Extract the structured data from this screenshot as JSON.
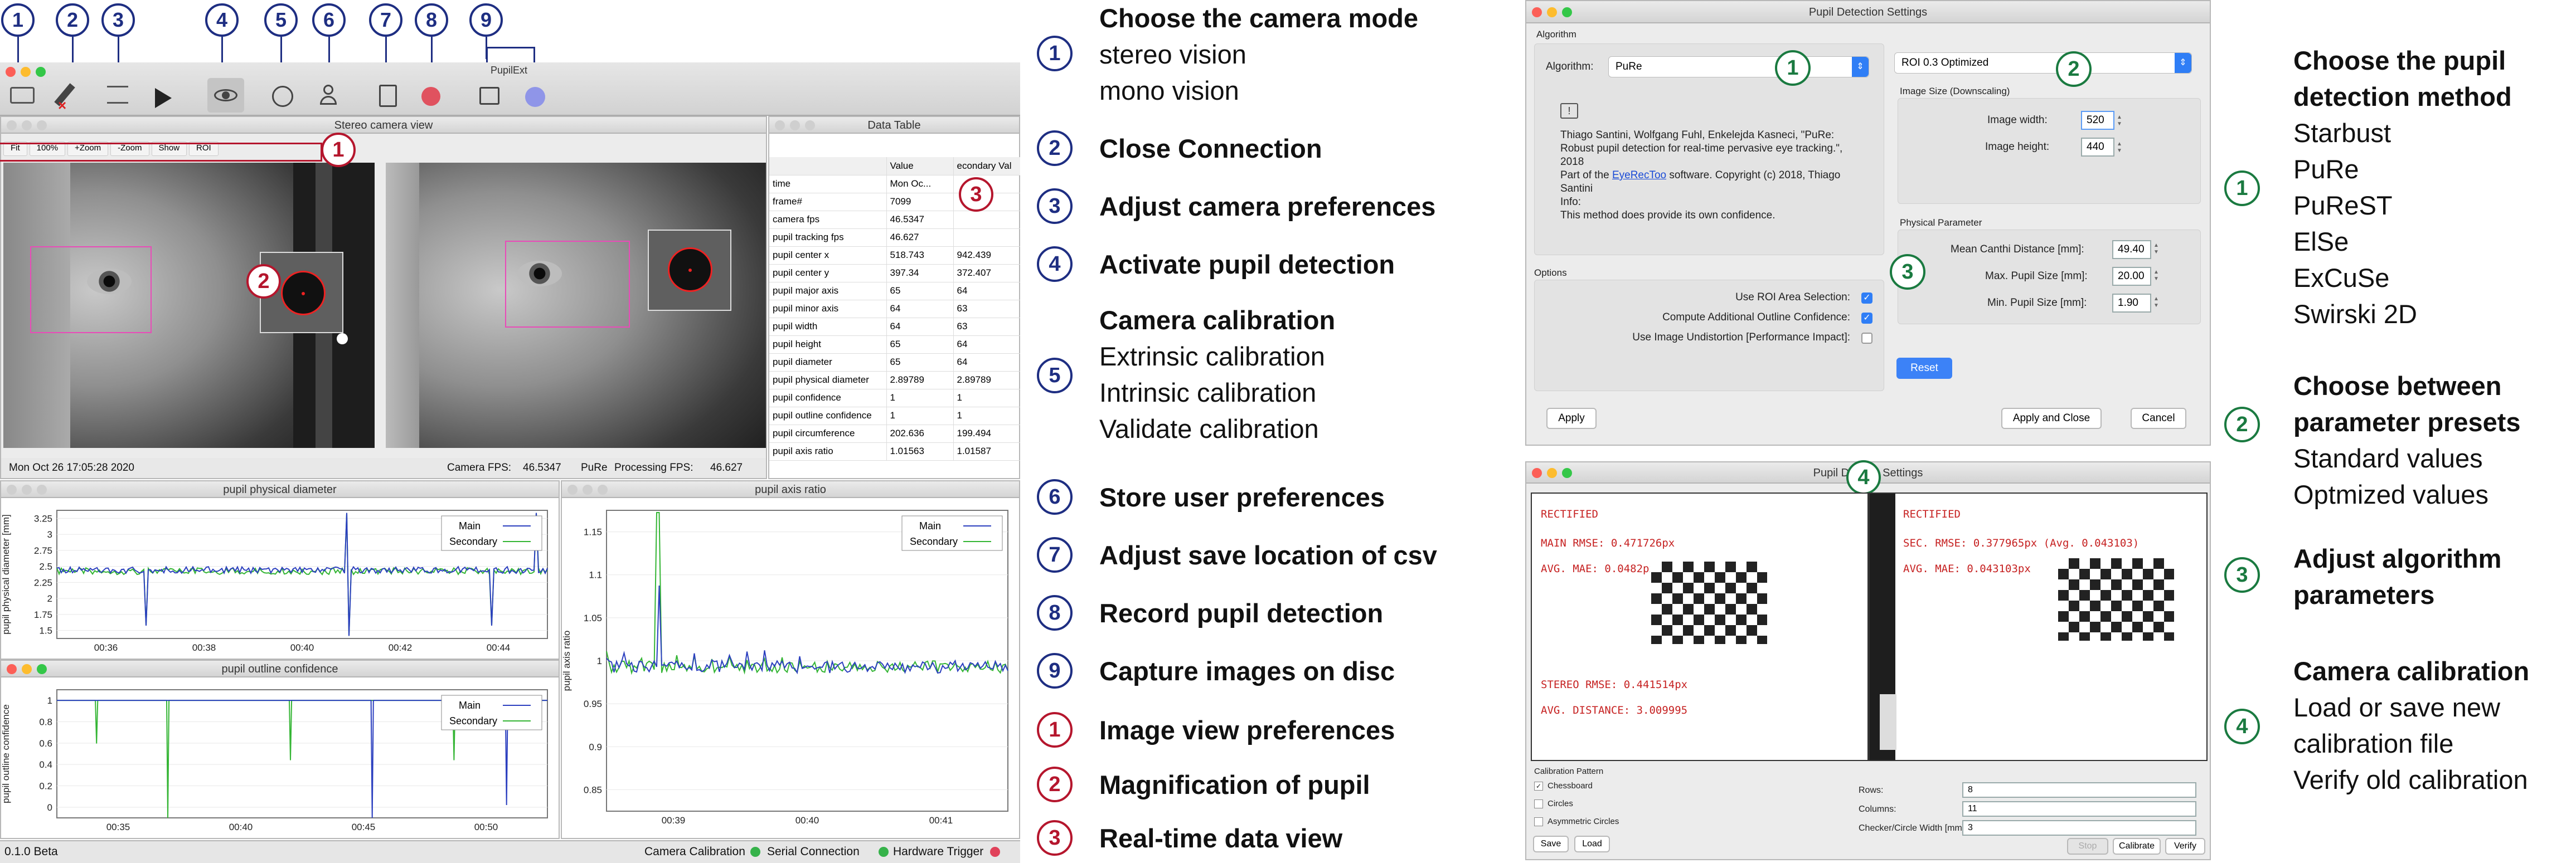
{
  "left_app": {
    "toolbar_callouts": [
      "1",
      "2",
      "3",
      "4",
      "5",
      "6",
      "7",
      "8",
      "9"
    ],
    "plugin_label": "PupilExt",
    "stereo_view": {
      "title": "Stereo camera view",
      "view_menu": [
        "Fit",
        "100%",
        "+Zoom",
        "-Zoom",
        "Show",
        "ROI"
      ],
      "timestamp": "Mon Oct 26 17:05:28 2020",
      "camera_fps_label": "Camera FPS:",
      "camera_fps": "46.5347",
      "algorithm": "PuRe",
      "processing_fps_label": "Processing FPS:",
      "processing_fps": "46.627"
    },
    "data_table": {
      "title": "Data Table",
      "headers": [
        "",
        "Value",
        "econdary Val"
      ],
      "rows": [
        [
          "time",
          "Mon Oc...",
          ""
        ],
        [
          "frame#",
          "7099",
          ""
        ],
        [
          "camera fps",
          "46.5347",
          ""
        ],
        [
          "pupil tracking fps",
          "46.627",
          ""
        ],
        [
          "pupil center x",
          "518.743",
          "942.439"
        ],
        [
          "pupil center y",
          "397.34",
          "372.407"
        ],
        [
          "pupil major axis",
          "65",
          "64"
        ],
        [
          "pupil minor axis",
          "64",
          "63"
        ],
        [
          "pupil width",
          "64",
          "63"
        ],
        [
          "pupil height",
          "65",
          "64"
        ],
        [
          "pupil diameter",
          "65",
          "64"
        ],
        [
          "pupil physical diameter",
          "2.89789",
          "2.89789"
        ],
        [
          "pupil confidence",
          "1",
          "1"
        ],
        [
          "pupil outline confidence",
          "1",
          "1"
        ],
        [
          "pupil circumference",
          "202.636",
          "199.494"
        ],
        [
          "pupil axis ratio",
          "1.01563",
          "1.01587"
        ]
      ]
    },
    "plot_diameter": {
      "title": "pupil physical diameter",
      "ylabel": "pupil physical diameter [mm]",
      "yticks": [
        "3.25",
        "3",
        "2.75",
        "2.5",
        "2.25",
        "2",
        "1.75",
        "1.5"
      ],
      "xticks": [
        "00:36",
        "00:38",
        "00:40",
        "00:42",
        "00:44"
      ]
    },
    "plot_confidence": {
      "title": "pupil outline confidence",
      "ylabel": "pupil outline confidence",
      "yticks": [
        "1",
        "0.8",
        "0.6",
        "0.4",
        "0.2",
        "0"
      ],
      "xticks": [
        "00:35",
        "00:40",
        "00:45",
        "00:50"
      ]
    },
    "plot_ratio": {
      "title": "pupil axis ratio",
      "ylabel": "pupil axis ratio",
      "yticks": [
        "1.15",
        "1.1",
        "1.05",
        "1",
        "0.95",
        "0.9",
        "0.85"
      ],
      "xticks": [
        "00:39",
        "00:40",
        "00:41"
      ]
    },
    "legend": {
      "main": "Main",
      "secondary": "Secondary"
    },
    "series_colors": {
      "main": "#2b3fbf",
      "secondary": "#34b534"
    },
    "status": {
      "version": "0.1.0 Beta",
      "camera_calibration": "Camera Calibration",
      "serial_connection": "Serial Connection",
      "hardware_trigger": "Hardware Trigger"
    },
    "red_callouts": [
      "1",
      "2",
      "3"
    ]
  },
  "middle_list": [
    {
      "n": "1",
      "color": "blue",
      "title": "Choose the camera mode",
      "lines": [
        "stereo vision",
        "mono vision"
      ]
    },
    {
      "n": "2",
      "color": "blue",
      "title": "Close Connection",
      "lines": []
    },
    {
      "n": "3",
      "color": "blue",
      "title": "Adjust camera preferences",
      "lines": []
    },
    {
      "n": "4",
      "color": "blue",
      "title": "Activate pupil detection",
      "lines": []
    },
    {
      "n": "5",
      "color": "blue",
      "title": "Camera calibration",
      "lines": [
        "Extrinsic calibration",
        "Intrinsic calibration",
        "Validate calibration"
      ]
    },
    {
      "n": "6",
      "color": "blue",
      "title": "Store user preferences",
      "lines": []
    },
    {
      "n": "7",
      "color": "blue",
      "title": "Adjust save location of csv",
      "lines": []
    },
    {
      "n": "8",
      "color": "blue",
      "title": "Record pupil detection",
      "lines": []
    },
    {
      "n": "9",
      "color": "blue",
      "title": "Capture images on disc",
      "lines": []
    },
    {
      "n": "1",
      "color": "red",
      "title": "Image view preferences",
      "lines": []
    },
    {
      "n": "2",
      "color": "red",
      "title": "Magnification of pupil",
      "lines": []
    },
    {
      "n": "3",
      "color": "red",
      "title": "Real-time data view",
      "lines": []
    }
  ],
  "settings_window": {
    "title": "Pupil Detection Settings",
    "algorithm_group": "Algorithm",
    "algorithm_label": "Algorithm:",
    "algorithm_value": "PuRe",
    "preset_value": "ROI 0.3 Optimized",
    "citation": "Thiago Santini, Wolfgang Fuhl, Enkelejda Kasneci, \"PuRe: Robust pupil detection for real-time pervasive eye tracking.\", 2018",
    "part_of_prefix": "Part of the ",
    "software_link": "EyeRecToo",
    "part_of_suffix": " software. Copyright (c) 2018, Thiago Santini",
    "info_label": "Info:",
    "info_text": "This method does provide its own confidence.",
    "image_size_group": "Image Size (Downscaling)",
    "image_width_label": "Image width:",
    "image_width": "520",
    "image_height_label": "Image height:",
    "image_height": "440",
    "physical_group": "Physical Parameter",
    "mean_canthi_label": "Mean Canthi Distance [mm]:",
    "mean_canthi": "49.40",
    "max_pupil_label": "Max. Pupil Size [mm]:",
    "max_pupil": "20.00",
    "min_pupil_label": "Min. Pupil Size [mm]:",
    "min_pupil": "1.90",
    "reset": "Reset",
    "options_group": "Options",
    "opt_roi": "Use ROI Area Selection:",
    "opt_outline": "Compute Additional Outline Confidence:",
    "opt_undistort": "Use Image Undistortion [Performance Impact]:",
    "apply": "Apply",
    "apply_close": "Apply and Close",
    "cancel": "Cancel",
    "callouts": [
      "1",
      "2",
      "3"
    ]
  },
  "calib_window": {
    "title_left": "Pupil D",
    "title_right": "Settings",
    "callout": "4",
    "left_label": "RECTIFIED",
    "left_rmse": "MAIN RMSE: 0.471726px",
    "left_mae": "AVG. MAE: 0.0482",
    "left_mae_suffix": "px",
    "stereo_rmse": "STEREO RMSE: 0.441514px",
    "avg_distance": "AVG. DISTANCE: 3.009995",
    "right_label": "RECTIFIED",
    "right_rmse": "SEC. RMSE: 0.377965px (Avg. 0.043103)",
    "right_mae": "AVG. MAE: 0.043103px",
    "pattern_label": "Calibration Pattern",
    "pattern_options": [
      "Chessboard",
      "Circles",
      "Asymmetric Circles"
    ],
    "rows_label": "Rows:",
    "rows": "8",
    "columns_label": "Columns:",
    "columns": "11",
    "width_label": "Checker/Circle Width [mm]:",
    "width": "3",
    "save": "Save",
    "load": "Load",
    "stop": "Stop",
    "calibrate": "Calibrate",
    "verify": "Verify"
  },
  "right_list": [
    {
      "n": "1",
      "title": "Choose the pupil detection method",
      "lines": [
        "Starbust",
        "PuRe",
        "PuReST",
        "ElSe",
        "ExCuSe",
        "Swirski 2D"
      ]
    },
    {
      "n": "2",
      "title": "Choose between parameter presets",
      "lines": [
        "Standard values",
        "Optmized values"
      ]
    },
    {
      "n": "3",
      "title": "Adjust algorithm parameters",
      "lines": []
    },
    {
      "n": "4",
      "title": "Camera calibration",
      "lines": [
        "Load or save new",
        "calibration file",
        "Verify old calibration"
      ]
    }
  ]
}
